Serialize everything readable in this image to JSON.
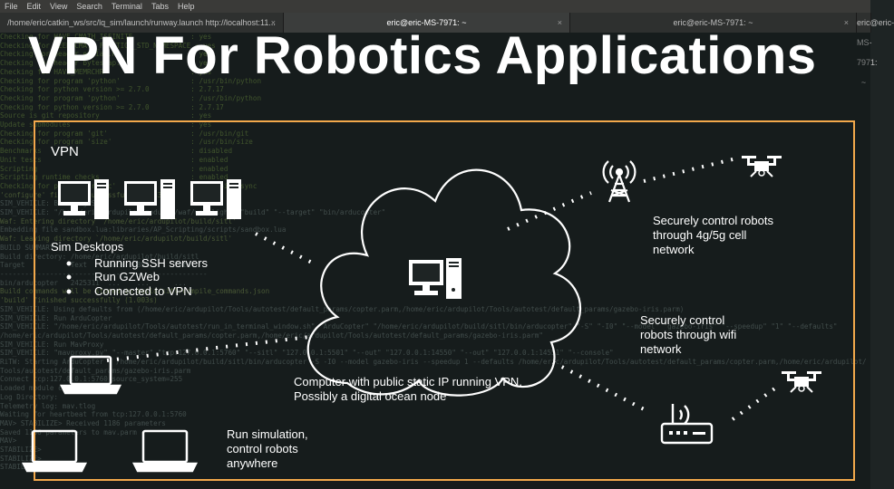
{
  "menubar": [
    "File",
    "Edit",
    "View",
    "Search",
    "Terminal",
    "Tabs",
    "Help"
  ],
  "tabs": [
    {
      "label": "/home/eric/catkin_ws/src/lq_sim/launch/runway.launch http://localhost:11...",
      "active": false
    },
    {
      "label": "eric@eric-MS-7971: ~",
      "active": true
    },
    {
      "label": "eric@eric-MS-7971: ~",
      "active": false
    },
    {
      "label": "eric@eric-MS-7971: ~",
      "active": false
    }
  ],
  "terminal_lines": [
    "Checking for HAVE_CMATH_ISFINITE              : yes",
    "Checking for NEED_CMATH_FUNCTION_STD_NAMESPACE : yes",
    "Checking for header endian.h                  : yes",
    "Checking for header byteswap.h                : yes",
    "Checking for HAVE_MEMRCHR                     : yes",
    "Checking for program 'python'                 : /usr/bin/python",
    "Checking for python version >= 2.7.0          : 2.7.17",
    "Checking for program 'python'                 : /usr/bin/python",
    "Checking for python version >= 2.7.0          : 2.7.17",
    "Source is git repository                      : yes",
    "Update submodules                             : yes",
    "Checking for program 'git'                    : /usr/bin/git",
    "Checking for program 'size'                   : /usr/bin/size",
    "Benchmarks                                    : disabled",
    "Unit tests                                    : enabled",
    "Scripting                                     : enabled",
    "Scripting runtime checks                      : enabled",
    "Checking for program 'rsync'                  : /usr/bin/rsync",
    "'configure' finished successfully (0.432s)",
    "SIM_VEHICLE: Building SITL",
    "SIM_VEHICLE: \"/home/eric/ardupilot/modules/waf/waf-light\" \"build\" \"--target\" \"bin/arducopter\"",
    "Waf: Entering directory `/home/eric/ardupilot/build/sitl'",
    "Embedding file sandbox.lua:libraries/AP_Scripting/scripts/sandbox.lua",
    "Waf: Leaving directory `/home/eric/ardupilot/build/sitl'",
    "",
    "BUILD SUMMARY",
    "Build directory: /home/eric/ardupilot/build/sitl",
    "Target           Text     Data   BSS      Total",
    "--------------------------------------------------",
    "bin/arducopter   2425311  ...    ...      ...",
    "",
    "Build commands will be stored in build/sitl/compile_commands.json",
    "'build' finished successfully (1.003s)",
    "SIM_VEHICLE: Using defaults from (/home/eric/ardupilot/Tools/autotest/default_params/copter.parm,/home/eric/ardupilot/Tools/autotest/default_params/gazebo-iris.parm)",
    "SIM_VEHICLE: Run ArduCopter",
    "SIM_VEHICLE: \"/home/eric/ardupilot/Tools/autotest/run_in_terminal_window.sh\" \"ArduCopter\" \"/home/eric/ardupilot/build/sitl/bin/arducopter\" \"-S\" \"-I0\" \"--model\" \"gazebo-iris\" \"--speedup\" \"1\" \"--defaults\"",
    "/home/eric/ardupilot/Tools/autotest/default_params/copter.parm,/home/eric/ardupilot/Tools/autotest/default_params/gazebo-iris.parm\"",
    "SIM_VEHICLE: Run MavProxy",
    "SIM_VEHICLE: \"mavproxy.py\" \"--master\" \"tcp:127.0.0.1:5760\" \"--sitl\" \"127.0.0.1:5501\" \"--out\" \"127.0.0.1:14550\" \"--out\" \"127.0.0.1:14551\" \"--console\"",
    "RiTW: Starting ArduCopter : /home/eric/ardupilot/build/sitl/bin/arducopter -S -I0 --model gazebo-iris --speedup 1 --defaults /home/eric/ardupilot/Tools/autotest/default_params/copter.parm,/home/eric/ardupilot/",
    "Tools/autotest/default_params/gazebo-iris.parm",
    "Connect tcp:127.0.0.1:5760 source_system=255",
    "Loaded module console",
    "Log Directory:",
    "Telemetry log: mav.tlog",
    "Waiting for heartbeat from tcp:127.0.0.1:5760",
    "MAV> STABILIZE> Received 1186 parameters",
    "Saved 1186 parameters to mav.parm",
    "MAV>",
    "STABILIZE>",
    "STABILIZE>",
    "STABILIZE> "
  ],
  "title": "VPN For Robotics Applications",
  "colors": {
    "frame": "#f2a84b",
    "title": "#ffffff",
    "icons": "#ffffff",
    "terminal_text": "#5f6d6b"
  },
  "diagram": {
    "vpn_label": "VPN",
    "sim_desktops": {
      "title": "Sim Desktops",
      "bullets": [
        "Running SSH servers",
        "Run GZWeb",
        "Connected to VPN"
      ]
    },
    "cloud_node": "Computer with public static IP running VPN, Possibly a digital ocean node",
    "cell_robots": "Securely control robots through 4g/5g cell network",
    "wifi_robots": "Securely control robots through wifi network",
    "laptops": "Run simulation, control robots anywhere",
    "icons": [
      "desktop-computer-icon",
      "cloud-icon",
      "cell-tower-icon",
      "drone-icon",
      "wifi-router-icon",
      "laptop-icon"
    ]
  }
}
